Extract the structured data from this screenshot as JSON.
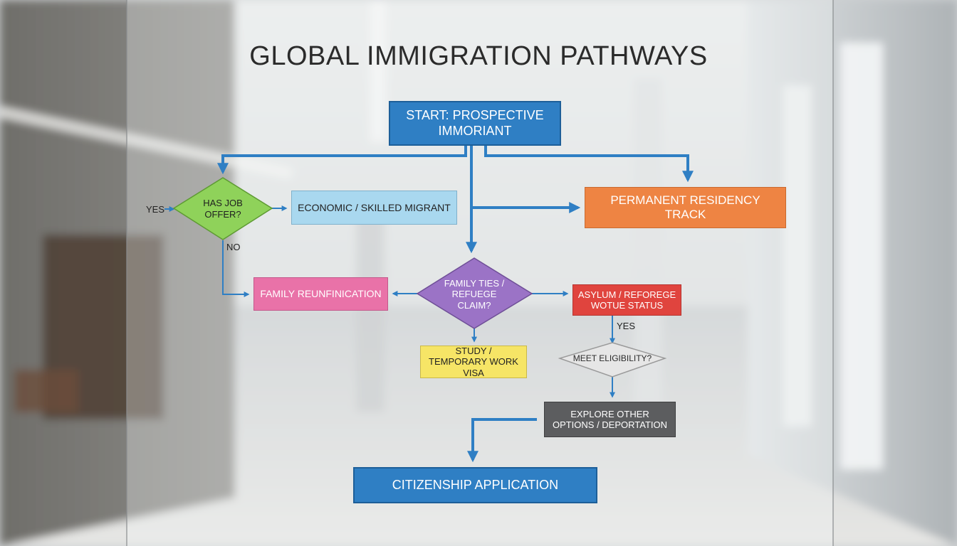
{
  "title": "GLOBAL IMMIGRATION PATHWAYS",
  "nodes": {
    "start": "START: PROSPECTIVE IMMORIANT",
    "job_offer": "HAS JOB OFFER?",
    "economic": "ECONOMIC / SKILLED MIGRANT",
    "permanent": "PERMANENT RESIDENCY TRACK",
    "family_reunification": "FAMILY REUNFINICATION",
    "family_ties": "FAMILY TIES / REFUEGE CLAIM?",
    "asylum": "ASYLUM / REFOREGE WOTUE STATUS",
    "study": "STUDY / TEMPORARY WORK VISA",
    "eligibility": "MEET ELIGIBILITY?",
    "explore": "EXPLORE OTHER OPTIONS / DEPORTATION",
    "citizenship": "CITIZENSHIP APPLICATION"
  },
  "edge_labels": {
    "yes_job": "YES",
    "no_job": "NO",
    "yes_asylum": "YES"
  },
  "colors": {
    "arrow": "#2f7fc4",
    "start": "#2f7fc4",
    "economic": "#a9d8ef",
    "permanent": "#ee8443",
    "family_reunification": "#e972a8",
    "asylum": "#e0443e",
    "study": "#f6e566",
    "explore": "#5c5d5f",
    "citizenship": "#2f7fc4",
    "job_diamond": "#8fd25a",
    "family_diamond": "#9b73c6",
    "eligibility_diamond": "#e6e6e6"
  }
}
